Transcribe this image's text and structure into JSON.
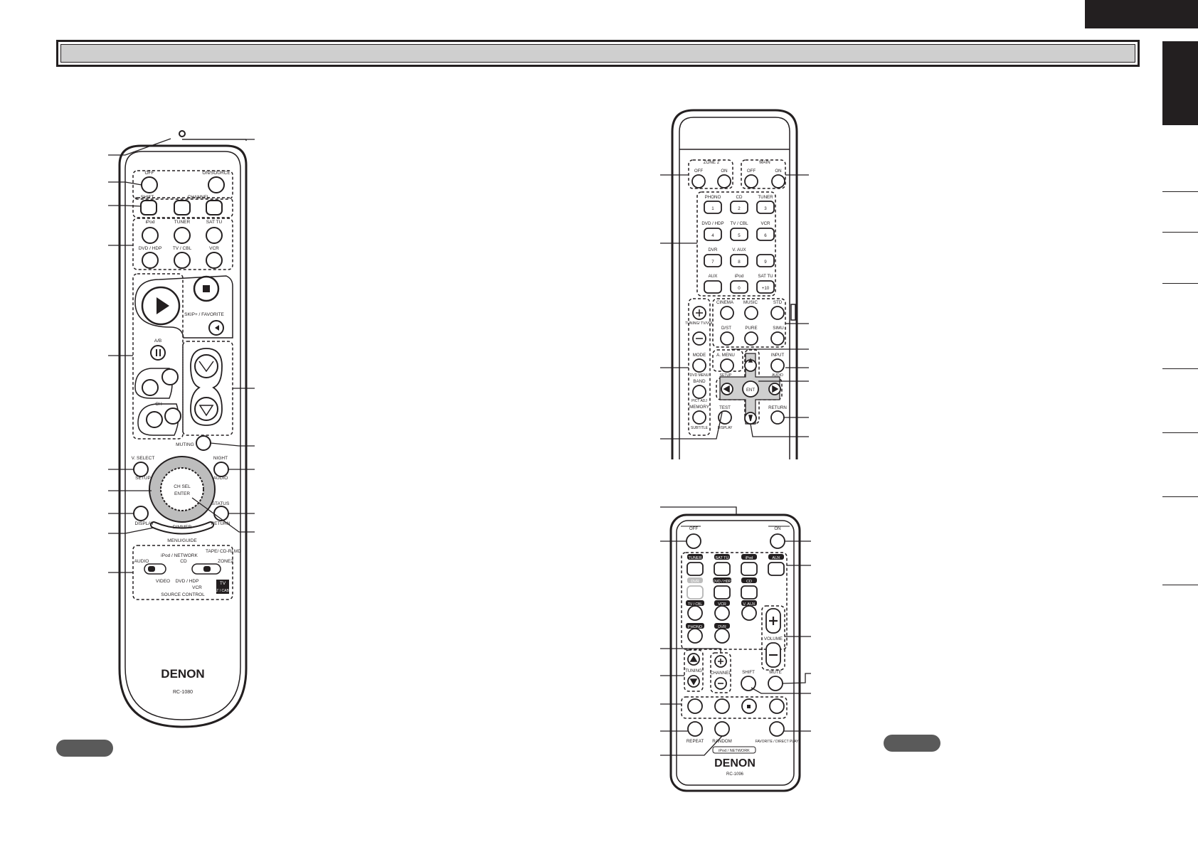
{
  "remote_main": {
    "brand": "DENON",
    "model": "RC-1080",
    "labels": {
      "off": "OFF",
      "on_source": "ON/SOURCE",
      "shift": "SHIFT",
      "channel": "CHANNEL",
      "ipod": "iPod",
      "tuner": "TUNER",
      "sat_tu": "SAT TU",
      "dvd_hdp": "DVD / HDP",
      "tv_cbl": "TV / CBL",
      "vcr": "VCR",
      "skip_favorite": "SKIP+ / FAVORITE",
      "ab": "A/B",
      "ch": "CH",
      "muting": "MUTING",
      "v_select": "V. SELECT",
      "setup": "SETUP",
      "night": "NIGHT",
      "audio": "AUDIO",
      "ch_sel": "CH SEL",
      "enter": "ENTER",
      "display": "DISPLAY",
      "status": "STATUS",
      "return": "RETURN",
      "dimmer": "DIMMER",
      "menu_guide": "MENU/GUIDE",
      "ipod_network": "iPod / NETWORK",
      "tape_cdr_md": "TAPE/ CD-R/ MD",
      "audio_sw": "AUDIO",
      "cd": "CD",
      "zone2": "ZONE2",
      "video": "VIDEO",
      "dvd_hdp_sw": "DVD / HDP",
      "vcr_sw": "VCR",
      "tv": "TV",
      "sat_cable": "SAT / CABLE",
      "source_control": "SOURCE CONTROL"
    }
  },
  "remote_zone": {
    "labels": {
      "zone2": "ZONE 2",
      "main": "MAIN",
      "off": "OFF",
      "on": "ON",
      "phono": "PHONO",
      "cd": "CD",
      "tuner": "TUNER",
      "dvd_hdp": "DVD / HDP",
      "tv_cbl": "TV / CBL",
      "vcr": "VCR",
      "dvr": "DVR",
      "v_aux": "V. AUX",
      "aux": "AUX",
      "ipod": "iPod",
      "sat_tu": "SAT TU",
      "cinema": "CINEMA",
      "music": "MUSIC",
      "std": "STD",
      "d_st": "D/ST",
      "pure": "PURE",
      "simu": "SIMU",
      "tuning_tvvol": "TUNING/ TV/VOL",
      "mode": "MODE",
      "dvd_menu": "DVD MENU",
      "band": "BAND",
      "pict_adj": "PICT ADJ",
      "memory": "MEMORY",
      "subtitle": "SUBTITLE",
      "a_menu": "A. MENU",
      "setup": "SETUP",
      "input": "INPUT",
      "audio": "AUDIO",
      "ent": "ENT",
      "test": "TEST",
      "display": "DISPLAY",
      "return": "RETURN"
    },
    "digits": [
      "1",
      "2",
      "3",
      "4",
      "5",
      "6",
      "7",
      "8",
      "9",
      "0",
      "+10"
    ]
  },
  "remote_small": {
    "brand": "DENON",
    "model": "RC-1096",
    "labels": {
      "off": "OFF",
      "on": "ON",
      "tuner": "TUNER",
      "sat_tu": "SAT TU",
      "ipod": "iPod",
      "aux": "AUX",
      "dvr": "DVR",
      "dvd_hdp": "DVD / HDP",
      "cd": "CD",
      "tv_cbl": "TV / CBL",
      "vcr": "VCR",
      "v_aux": "V. AUX",
      "phono": "PHONO",
      "dvr2": "DVR",
      "volume": "VOLUME",
      "tuning": "TUNING",
      "channel": "CHANNEL",
      "shift": "SHIFT",
      "mute": "MUTE",
      "repeat": "REPEAT",
      "random": "RANDOM",
      "favorite": "FAVORITE / DIRECT PLAY",
      "ipod_network": "iPod / NETWORK"
    }
  },
  "colors": {
    "ink": "#231f20",
    "title_fill": "#cfcfcf",
    "pill": "#5a5a5a",
    "grey_key": "#a9a9a9"
  }
}
